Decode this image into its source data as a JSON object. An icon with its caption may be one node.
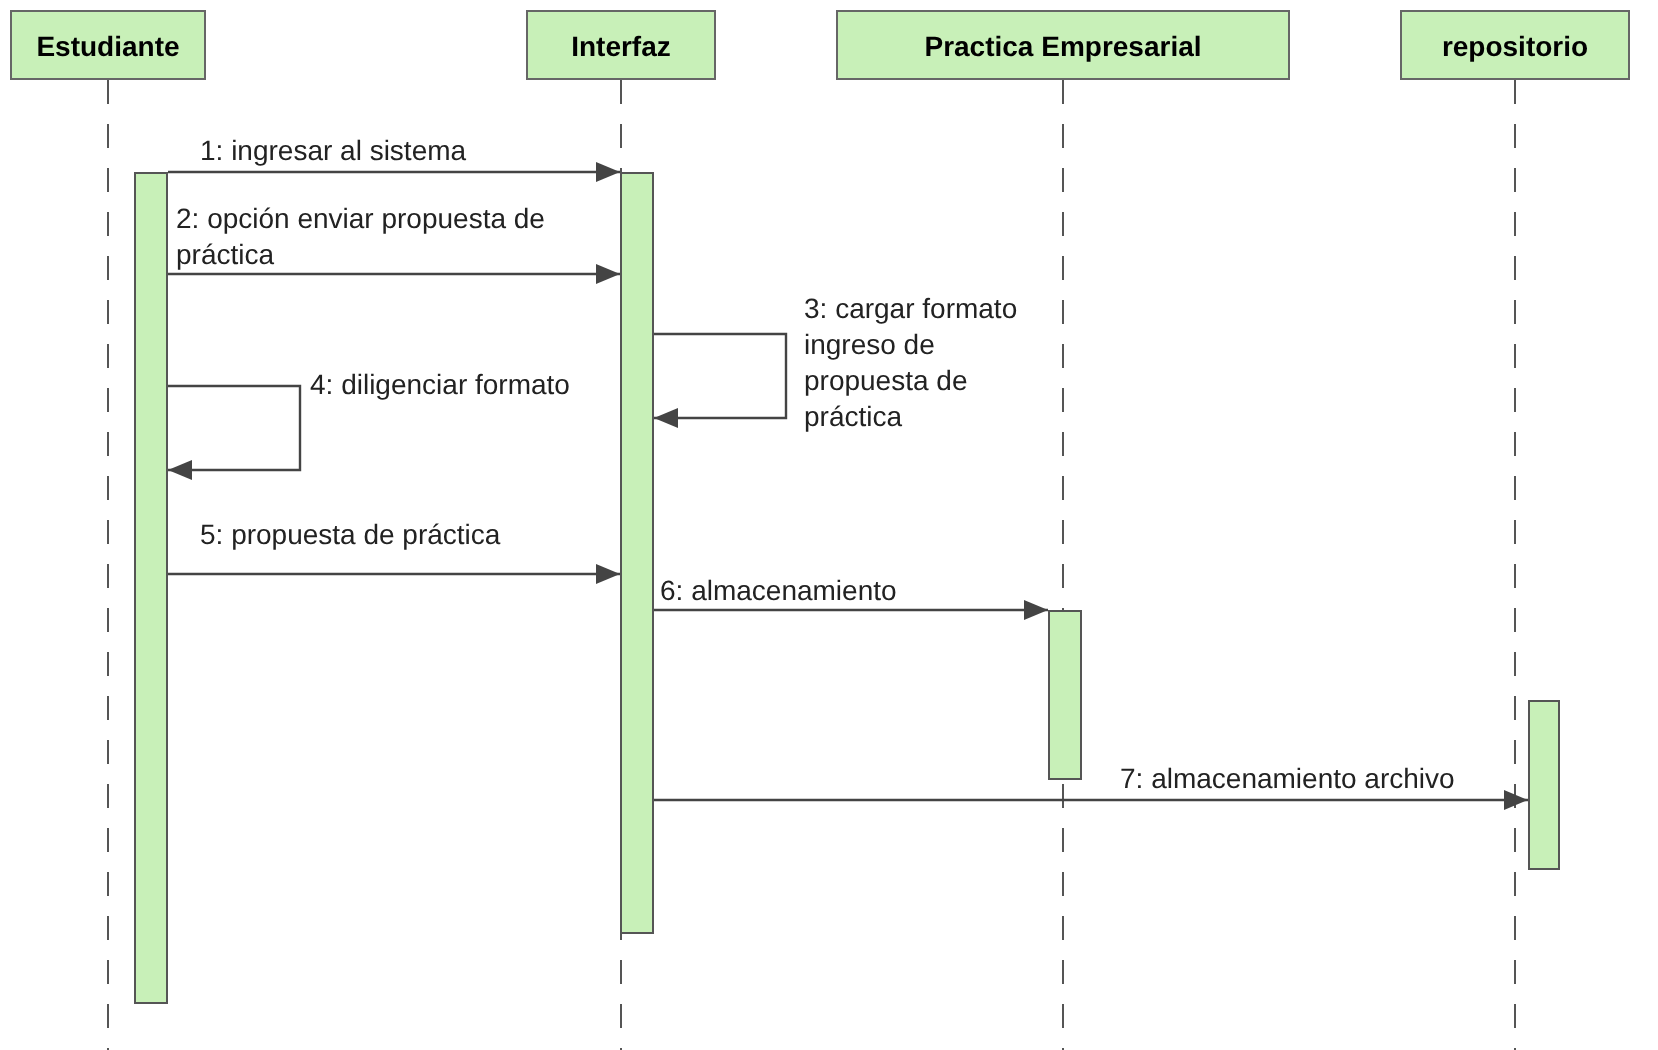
{
  "diagram": {
    "nodes": [
      {
        "text": [
          "Estudiante"
        ]
      },
      {
        "text": [
          "Interfaz"
        ]
      },
      {
        "text": [
          "Practica Empresarial"
        ]
      },
      {
        "text": [
          "repositorio"
        ]
      },
      {
        "text": [],
        "shape": "bar"
      },
      {
        "text": [],
        "shape": "bar"
      },
      {
        "text": [],
        "shape": "bar"
      },
      {
        "text": [],
        "shape": "bar"
      }
    ],
    "edges": [
      {
        "from": 4,
        "to": 5,
        "arrow": "to",
        "label": "1: ingresar al sistema"
      },
      {
        "from": 4,
        "to": 5,
        "arrow": "to",
        "label": "2: opción enviar propuesta de práctica"
      },
      {
        "from": 5,
        "to": 5,
        "arrow": "to",
        "label": "3: cargar formato ingreso de propuesta de práctica"
      },
      {
        "from": 4,
        "to": 4,
        "arrow": "to",
        "label": "4: diligenciar formato"
      },
      {
        "from": 4,
        "to": 5,
        "arrow": "to",
        "label": "5: propuesta de práctica"
      },
      {
        "from": 5,
        "to": 6,
        "arrow": "to",
        "label": "6: almacenamiento"
      },
      {
        "from": 5,
        "to": 7,
        "arrow": "to",
        "label": "7: almacenamiento archivo"
      }
    ]
  }
}
